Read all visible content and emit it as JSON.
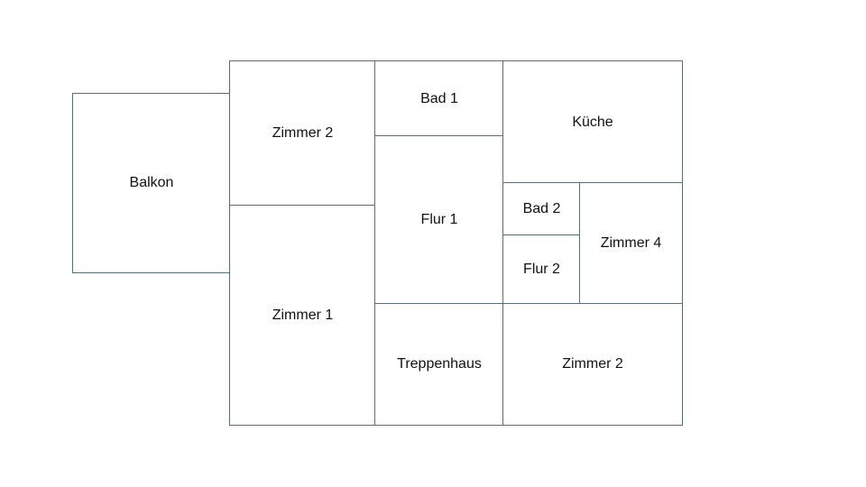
{
  "floor_plan": {
    "rooms": [
      {
        "id": "balkon",
        "label": "Balkon"
      },
      {
        "id": "zimmer2_top",
        "label": "Zimmer 2"
      },
      {
        "id": "zimmer1",
        "label": "Zimmer 1"
      },
      {
        "id": "bad1",
        "label": "Bad 1"
      },
      {
        "id": "flur1",
        "label": "Flur 1"
      },
      {
        "id": "treppenhaus",
        "label": "Treppenhaus"
      },
      {
        "id": "kueche",
        "label": "Küche"
      },
      {
        "id": "bad2",
        "label": "Bad 2"
      },
      {
        "id": "flur2",
        "label": "Flur 2"
      },
      {
        "id": "zimmer4",
        "label": "Zimmer 4"
      },
      {
        "id": "zimmer2_bot",
        "label": "Zimmer 2"
      }
    ],
    "colors": {
      "wall": "#5b6b7e",
      "text": "#111111",
      "background": "#ffffff"
    }
  }
}
